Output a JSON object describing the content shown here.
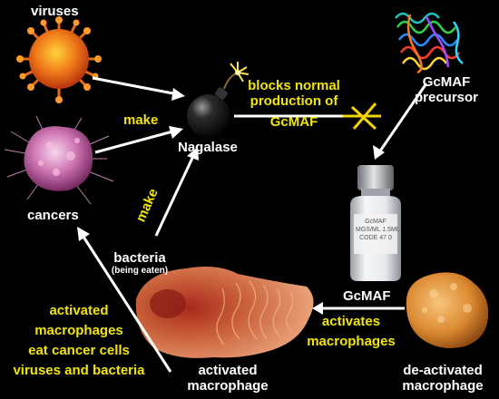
{
  "labels": {
    "viruses": "viruses",
    "make_1": "make",
    "nagalase": "Nagalase",
    "blocks_line1": "blocks normal",
    "blocks_line2": "production of",
    "blocks_line3": "GcMAF",
    "precursor_line1": "GcMAF",
    "precursor_line2": "precursor",
    "cancers": "cancers",
    "make_2": "make",
    "bacteria": "bacteria",
    "being_eaten": "(being eaten)",
    "gcmaf": "GcMAF",
    "activates_line1": "activates",
    "activates_line2": "macrophages",
    "activated_macrophages_text": [
      "activated",
      "macrophages",
      "eat cancer cells",
      "viruses and bacteria"
    ],
    "activated_line1": "activated",
    "activated_line2": "macrophage",
    "deactivated_line1": "de-activated",
    "deactivated_line2": "macrophage",
    "vial_label": [
      "GcMAF",
      "MGS/ML 1.5ML",
      "CODE 47 0"
    ]
  },
  "colors": {
    "background": "#000000",
    "label_white": "#ffffff",
    "label_yellow": "#f2e600",
    "arrow": "#ffffff",
    "block_mark": "#f2d400",
    "virus": "#e8631c",
    "cancer": "#c96aa8",
    "activated_macrophage": "#c0532c",
    "deactivated_macrophage": "#d98a2e",
    "bomb": "#1a1a1a",
    "vial_cap": "#b8bcc2"
  },
  "icons": [
    "virus-icon",
    "cancer-cell-icon",
    "bomb-icon",
    "protein-structure-icon",
    "vial-icon",
    "activated-macrophage-icon",
    "deactivated-macrophage-icon"
  ]
}
